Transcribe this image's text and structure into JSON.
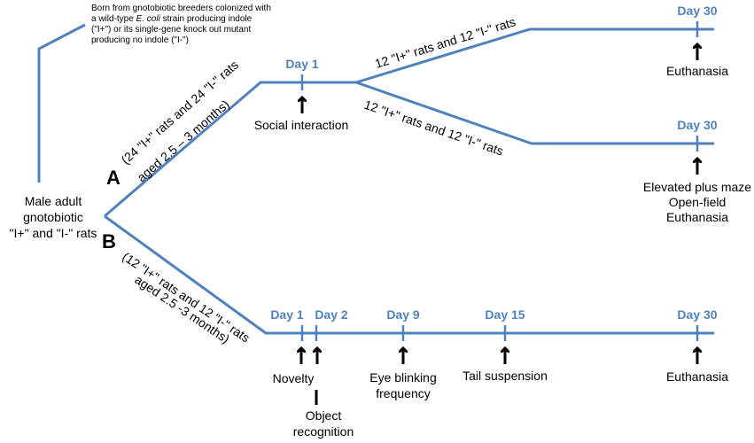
{
  "colors": {
    "line": "#4f81bd",
    "day_label": "#4f81bd",
    "text": "#000000"
  },
  "note": {
    "line1": "Born from gnotobiotic breeders colonized with",
    "line2_pre": "a wild-type ",
    "line2_italic": "E. coli",
    "line2_post": " strain producing indole",
    "line3": "(\"I+\") or its single-gene knock out mutant",
    "line4": "producing no indole (\"I-\")"
  },
  "start": {
    "line1": "Male adult",
    "line2": "gnotobiotic",
    "line3": "\"I+\" and \"I-\" rats"
  },
  "branch_a": {
    "letter": "A",
    "line1": "(24 \"I+\" rats and 24 \"I-\" rats",
    "line2": "aged 2.5 – 3 months)",
    "day1": "Day 1",
    "day1_event": "Social interaction",
    "upper": {
      "group": "12 \"I+\" rats and 12 \"I-\" rats",
      "day": "Day 30",
      "event": "Euthanasia"
    },
    "lower": {
      "group": "12 \"I+\" rats and 12 \"I-\" rats",
      "day": "Day 30",
      "events": [
        "Elevated plus maze",
        "Open-field",
        "Euthanasia"
      ]
    }
  },
  "branch_b": {
    "letter": "B",
    "line1": "(12 \"I+\" rats and 12 \"I-\" rats",
    "line2": "aged 2.5 -3 months)",
    "days": [
      "Day 1",
      "Day 2",
      "Day 9",
      "Day 15",
      "Day 30"
    ],
    "events": {
      "novelty": "Novelty",
      "object_recognition": [
        "Object",
        "recognition"
      ],
      "eye_blinking": [
        "Eye blinking",
        "frequency"
      ],
      "tail_suspension": "Tail suspension",
      "euthanasia": "Euthanasia"
    }
  }
}
